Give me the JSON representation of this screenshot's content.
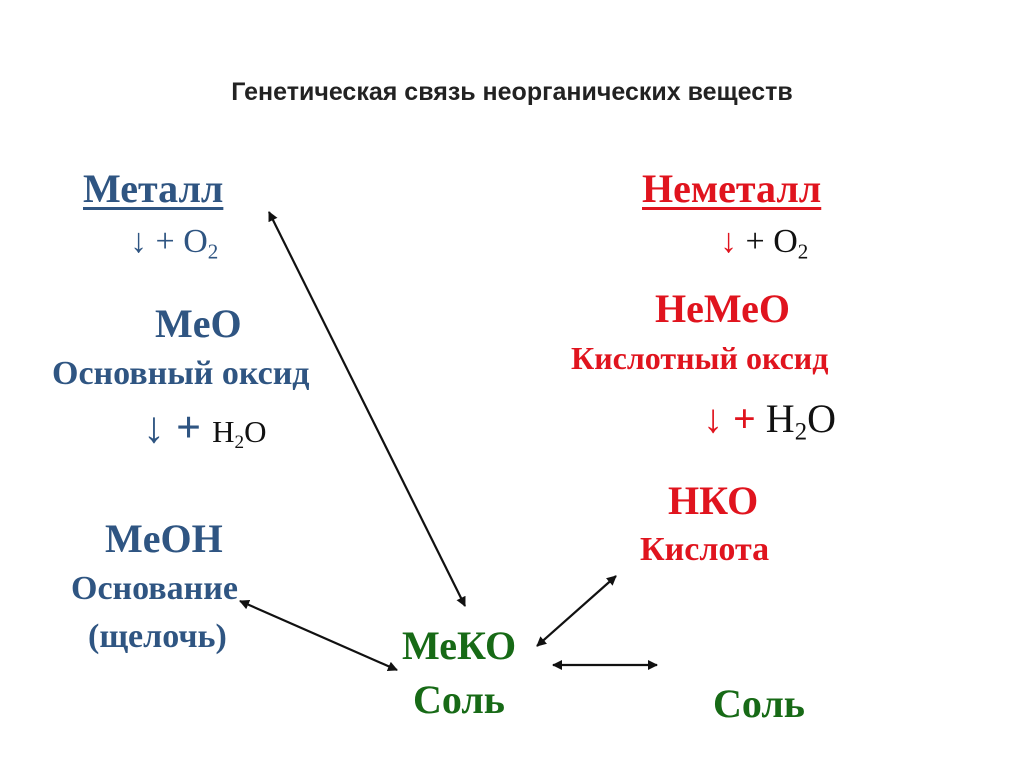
{
  "title": "Генетическая связь неорганических веществ",
  "colors": {
    "metal": "#2f5582",
    "nonmetal": "#e0141e",
    "salt": "#176a16",
    "arrow": "#111111"
  },
  "left": {
    "metal": "Металл",
    "step1": {
      "arrow": "↓",
      "plus": "+",
      "reagent": "O",
      "subscript": "2"
    },
    "oxide_formula": "MeO",
    "oxide_name": "Основный оксид",
    "step2": {
      "arrow": "↓",
      "plus": "+",
      "reagent_a": "H",
      "subscript": "2",
      "reagent_b": "O"
    },
    "base_formula": "MeOH",
    "base_name_1": "Основание",
    "base_name_2": "(щелочь)"
  },
  "right": {
    "nonmetal": "Неметалл",
    "step1": {
      "arrow": "↓",
      "plus": "+",
      "reagent": "O",
      "subscript": "2"
    },
    "oxide_formula": "НеМеО",
    "oxide_name": "Кислотный оксид",
    "step2": {
      "arrow": "↓",
      "plus": "+",
      "reagent_a": "H",
      "subscript": "2",
      "reagent_b": "O"
    },
    "acid_formula": "НКО",
    "acid_name": "Кислота"
  },
  "center": {
    "salt_formula": "МеКО",
    "salt_name": "Соль"
  },
  "far_right_salt": "Соль"
}
